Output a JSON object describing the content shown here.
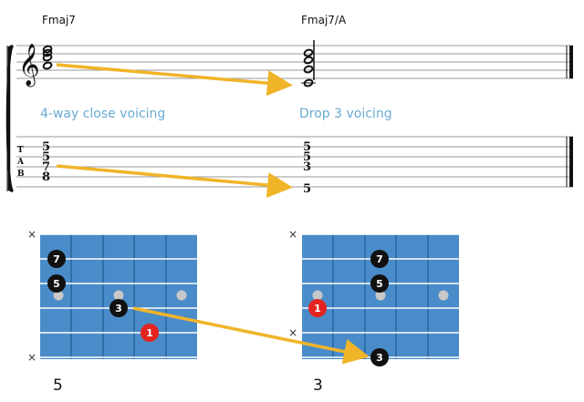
{
  "colors": {
    "fretboard": "#4a8cc9",
    "arrow": "#f0b429",
    "voicing_text": "#6aaad2",
    "root_dot": "#e32420",
    "dot": "#111111",
    "open_marker": "#c8c8c8"
  },
  "chords": [
    {
      "name": "Fmaj7",
      "voicing": "4-way close voicing",
      "tab": [
        "5",
        "5",
        "7",
        "8"
      ],
      "fret_label": "5",
      "mutes": [
        "×",
        "×"
      ],
      "dots": [
        "7",
        "5",
        "3",
        "1"
      ]
    },
    {
      "name": "Fmaj7/A",
      "voicing": "Drop 3 voicing",
      "tab": [
        "5",
        "5",
        "3",
        "5"
      ],
      "fret_label": "3",
      "mutes": [
        "×",
        "×"
      ],
      "dots": [
        "7",
        "5",
        "1",
        "3"
      ]
    }
  ],
  "tab_clef": [
    "T",
    "A",
    "B"
  ]
}
